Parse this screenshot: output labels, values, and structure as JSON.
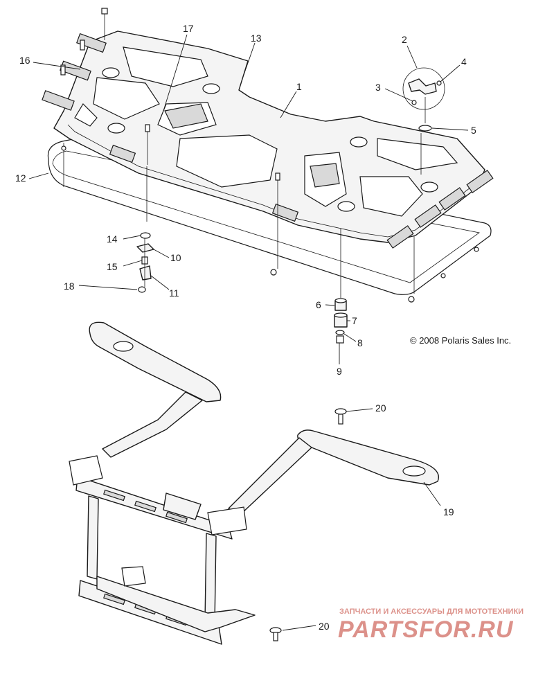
{
  "diagram": {
    "copyright": "© 2008 Polaris Sales Inc.",
    "watermark_text": "ЗАПЧАСТИ И АКСЕССУАРЫ ДЛЯ МОТОТЕХНИКИ",
    "watermark_logo": "PARTSFOR.RU",
    "colors": {
      "line": "#1a1a1a",
      "fill": "#f4f4f4",
      "watermark": "#c0392b"
    },
    "callouts": {
      "c1": "1",
      "c2": "2",
      "c3": "3",
      "c4": "4",
      "c5": "5",
      "c6": "6",
      "c7": "7",
      "c8": "8",
      "c9": "9",
      "c10": "10",
      "c11": "11",
      "c12": "12",
      "c13": "13",
      "c14": "14",
      "c15": "15",
      "c16": "16",
      "c17": "17",
      "c18": "18",
      "c19": "19",
      "c20a": "20",
      "c20b": "20"
    }
  }
}
